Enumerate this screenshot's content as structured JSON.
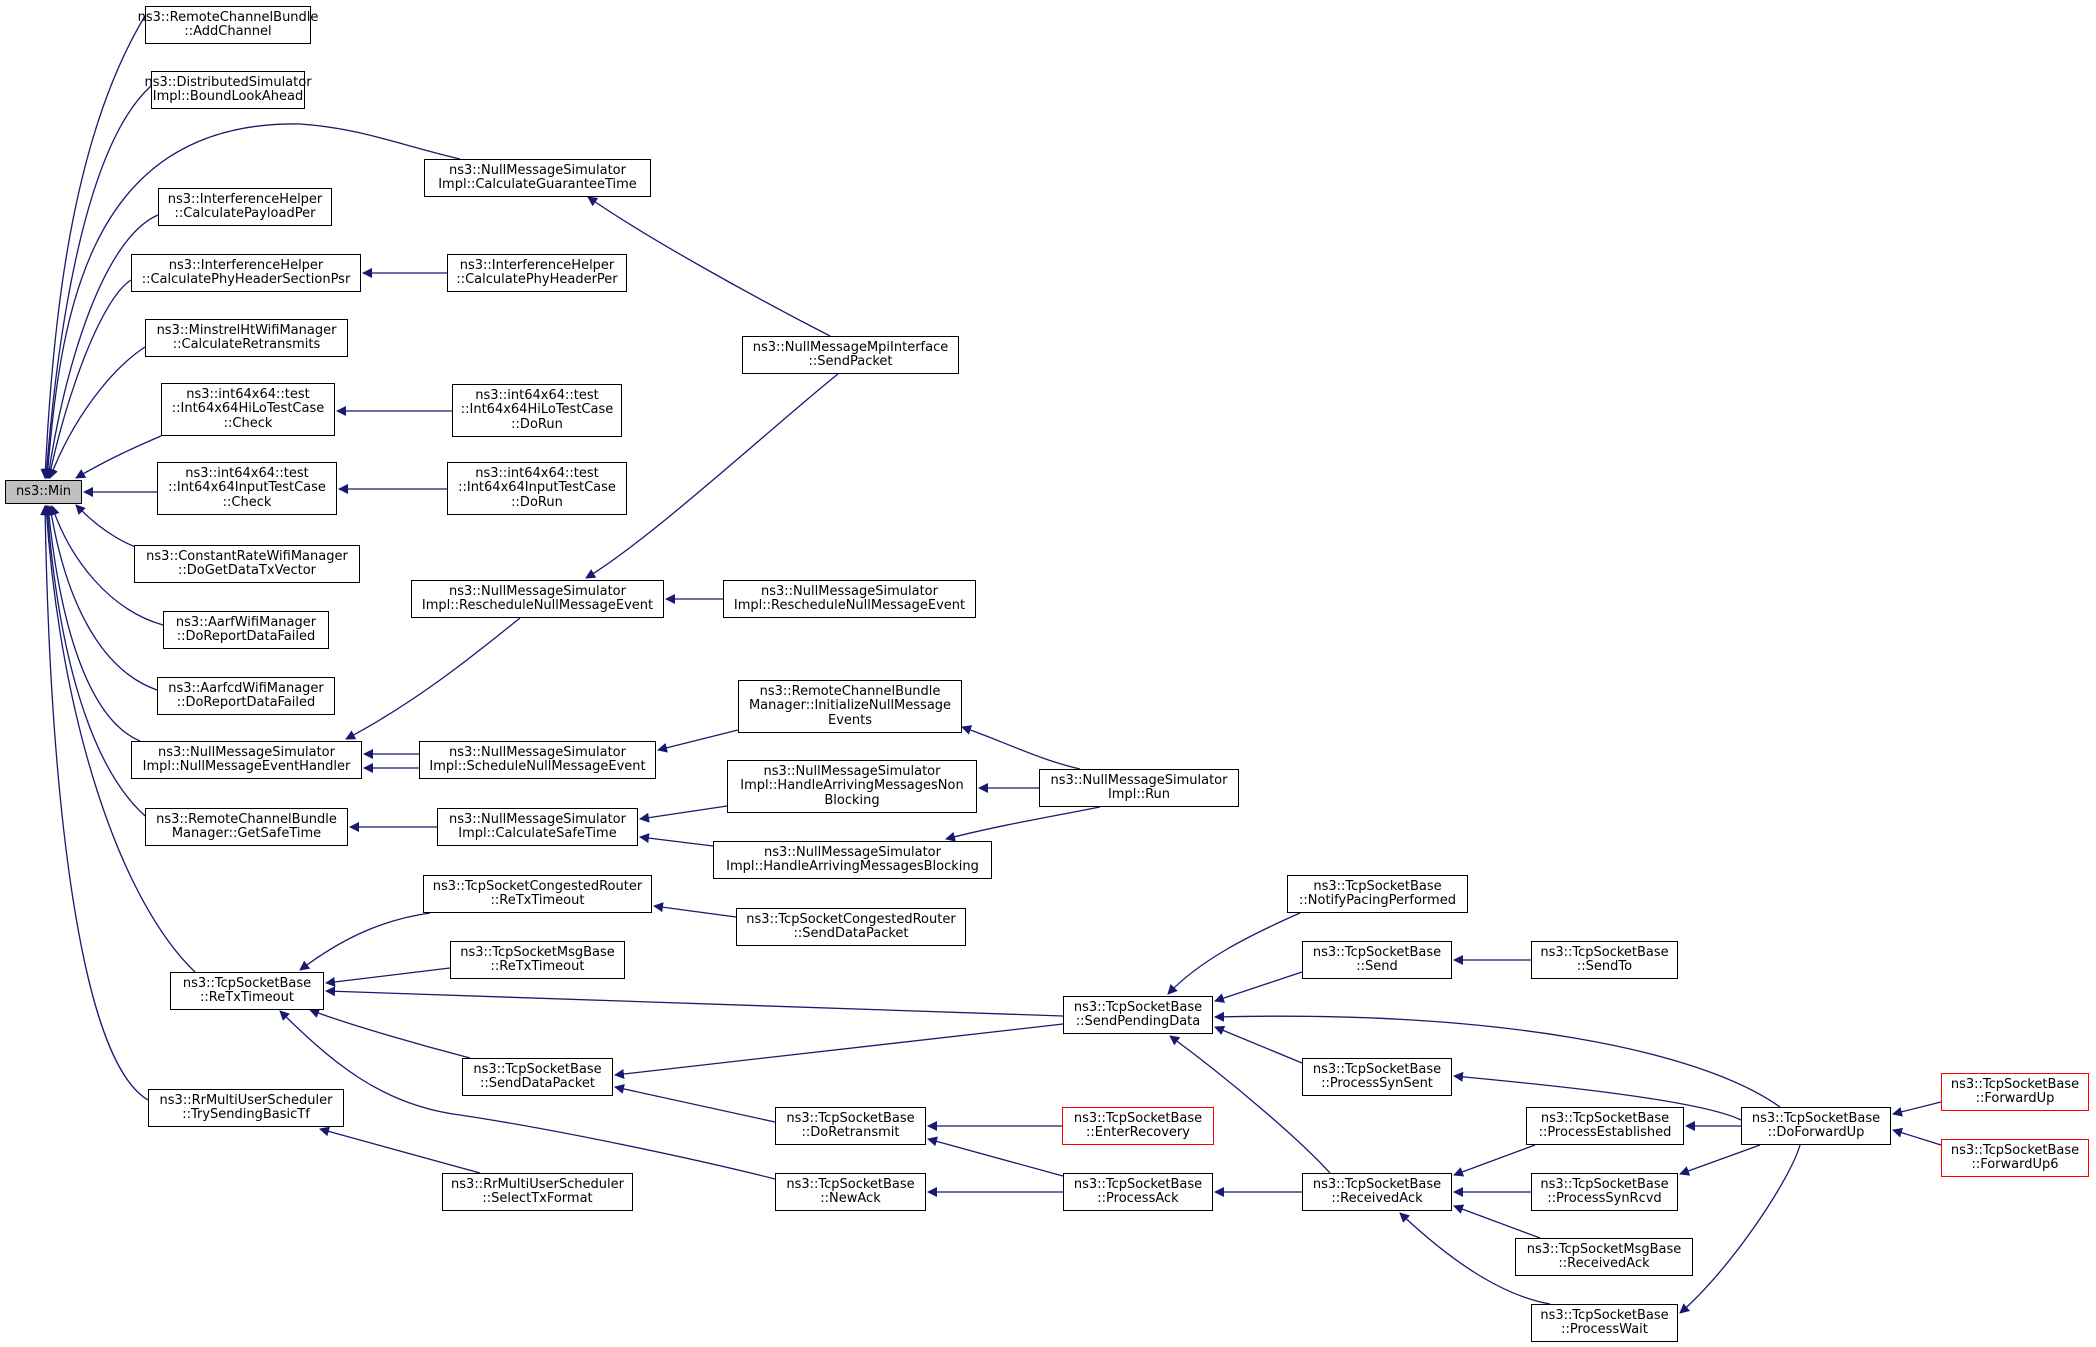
{
  "graph": {
    "edge_color": "#191970",
    "focus_fill": "#bfbfbf",
    "nodes": {
      "min": {
        "lines": [
          "ns3::Min"
        ]
      },
      "rcb_addchannel": {
        "lines": [
          "ns3::RemoteChannelBundle",
          "::AddChannel"
        ]
      },
      "dsi_boundlookahead": {
        "lines": [
          "ns3::DistributedSimulator",
          "Impl::BoundLookAhead"
        ]
      },
      "nmsi_calcguarantee": {
        "lines": [
          "ns3::NullMessageSimulator",
          "Impl::CalculateGuaranteeTime"
        ]
      },
      "ih_payloadper": {
        "lines": [
          "ns3::InterferenceHelper",
          "::CalculatePayloadPer"
        ]
      },
      "ih_phyheadersectionpsr": {
        "lines": [
          "ns3::InterferenceHelper",
          "::CalculatePhyHeaderSectionPsr"
        ]
      },
      "ih_phyheaderper": {
        "lines": [
          "ns3::InterferenceHelper",
          "::CalculatePhyHeaderPer"
        ]
      },
      "minstrel_retransmits": {
        "lines": [
          "ns3::MinstrelHtWifiManager",
          "::CalculateRetransmits"
        ]
      },
      "nmmpi_sendpacket": {
        "lines": [
          "ns3::NullMessageMpiInterface",
          "::SendPacket"
        ]
      },
      "hilo_check": {
        "lines": [
          "ns3::int64x64::test",
          "::Int64x64HiLoTestCase",
          "::Check"
        ]
      },
      "hilo_dorun": {
        "lines": [
          "ns3::int64x64::test",
          "::Int64x64HiLoTestCase",
          "::DoRun"
        ]
      },
      "input_check": {
        "lines": [
          "ns3::int64x64::test",
          "::Int64x64InputTestCase",
          "::Check"
        ]
      },
      "input_dorun": {
        "lines": [
          "ns3::int64x64::test",
          "::Int64x64InputTestCase",
          "::DoRun"
        ]
      },
      "constantrate": {
        "lines": [
          "ns3::ConstantRateWifiManager",
          "::DoGetDataTxVector"
        ]
      },
      "nmsi_reschedule": {
        "lines": [
          "ns3::NullMessageSimulator",
          "Impl::RescheduleNullMessageEvent"
        ]
      },
      "nmsi_reschedule2": {
        "lines": [
          "ns3::NullMessageSimulator",
          "Impl::RescheduleNullMessageEvent"
        ]
      },
      "aarf": {
        "lines": [
          "ns3::AarfWifiManager",
          "::DoReportDataFailed"
        ]
      },
      "aarfcd": {
        "lines": [
          "ns3::AarfcdWifiManager",
          "::DoReportDataFailed"
        ]
      },
      "rcbm_initnull": {
        "lines": [
          "ns3::RemoteChannelBundle",
          "Manager::InitializeNullMessage",
          "Events"
        ]
      },
      "nmsi_handler": {
        "lines": [
          "ns3::NullMessageSimulator",
          "Impl::NullMessageEventHandler"
        ]
      },
      "nmsi_schedule": {
        "lines": [
          "ns3::NullMessageSimulator",
          "Impl::ScheduleNullMessageEvent"
        ]
      },
      "nmsi_handlenonblocking": {
        "lines": [
          "ns3::NullMessageSimulator",
          "Impl::HandleArrivingMessagesNon",
          "Blocking"
        ]
      },
      "nmsi_run": {
        "lines": [
          "ns3::NullMessageSimulator",
          "Impl::Run"
        ]
      },
      "rcbm_getsafetime": {
        "lines": [
          "ns3::RemoteChannelBundle",
          "Manager::GetSafeTime"
        ]
      },
      "nmsi_calcsafetime": {
        "lines": [
          "ns3::NullMessageSimulator",
          "Impl::CalculateSafeTime"
        ]
      },
      "nmsi_handleblocking": {
        "lines": [
          "ns3::NullMessageSimulator",
          "Impl::HandleArrivingMessagesBlocking"
        ]
      },
      "tcpcr_retx": {
        "lines": [
          "ns3::TcpSocketCongestedRouter",
          "::ReTxTimeout"
        ]
      },
      "tcpcr_senddata": {
        "lines": [
          "ns3::TcpSocketCongestedRouter",
          "::SendDataPacket"
        ]
      },
      "tsb_notifypacing": {
        "lines": [
          "ns3::TcpSocketBase",
          "::NotifyPacingPerformed"
        ]
      },
      "tsmb_retx": {
        "lines": [
          "ns3::TcpSocketMsgBase",
          "::ReTxTimeout"
        ]
      },
      "tsb_retx": {
        "lines": [
          "ns3::TcpSocketBase",
          "::ReTxTimeout"
        ]
      },
      "tsb_send": {
        "lines": [
          "ns3::TcpSocketBase",
          "::Send"
        ]
      },
      "tsb_sendto": {
        "lines": [
          "ns3::TcpSocketBase",
          "::SendTo"
        ]
      },
      "tsb_sendpending": {
        "lines": [
          "ns3::TcpSocketBase",
          "::SendPendingData"
        ]
      },
      "tsb_senddatapacket": {
        "lines": [
          "ns3::TcpSocketBase",
          "::SendDataPacket"
        ]
      },
      "tsb_processsynsent": {
        "lines": [
          "ns3::TcpSocketBase",
          "::ProcessSynSent"
        ]
      },
      "rrmus_trysending": {
        "lines": [
          "ns3::RrMultiUserScheduler",
          "::TrySendingBasicTf"
        ]
      },
      "tsb_forwardup": {
        "lines": [
          "ns3::TcpSocketBase",
          "::ForwardUp"
        ]
      },
      "tsb_doretransmit": {
        "lines": [
          "ns3::TcpSocketBase",
          "::DoRetransmit"
        ]
      },
      "tsb_enterrecovery": {
        "lines": [
          "ns3::TcpSocketBase",
          "::EnterRecovery"
        ]
      },
      "tsb_processestablished": {
        "lines": [
          "ns3::TcpSocketBase",
          "::ProcessEstablished"
        ]
      },
      "tsb_doforwardup": {
        "lines": [
          "ns3::TcpSocketBase",
          "::DoForwardUp"
        ]
      },
      "tsb_forwardup6": {
        "lines": [
          "ns3::TcpSocketBase",
          "::ForwardUp6"
        ]
      },
      "tsb_newack": {
        "lines": [
          "ns3::TcpSocketBase",
          "::NewAck"
        ]
      },
      "tsb_processack": {
        "lines": [
          "ns3::TcpSocketBase",
          "::ProcessAck"
        ]
      },
      "tsb_receivedack": {
        "lines": [
          "ns3::TcpSocketBase",
          "::ReceivedAck"
        ]
      },
      "tsb_processsynrcvd": {
        "lines": [
          "ns3::TcpSocketBase",
          "::ProcessSynRcvd"
        ]
      },
      "rrmus_selecttx": {
        "lines": [
          "ns3::RrMultiUserScheduler",
          "::SelectTxFormat"
        ]
      },
      "tsmb_receivedack": {
        "lines": [
          "ns3::TcpSocketMsgBase",
          "::ReceivedAck"
        ]
      },
      "tsb_processwait": {
        "lines": [
          "ns3::TcpSocketBase",
          "::ProcessWait"
        ]
      }
    }
  }
}
